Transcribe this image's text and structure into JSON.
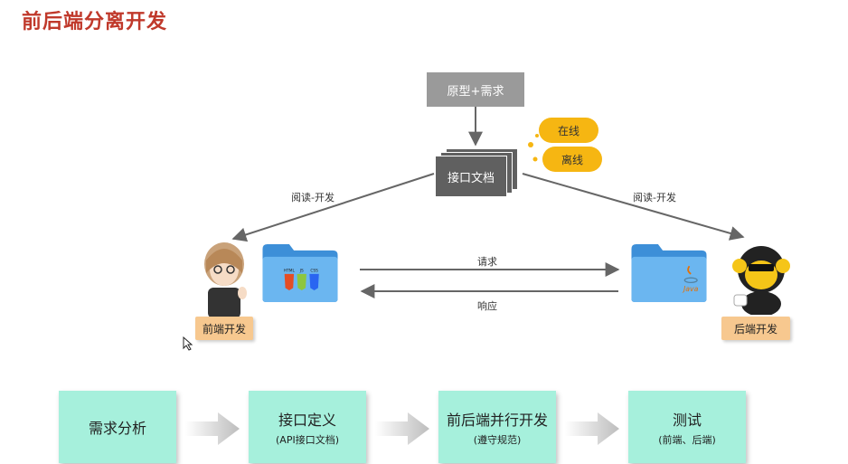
{
  "title": "前后端分离开发",
  "prototype_label": "原型+需求",
  "doc_label": "接口文档",
  "clouds": [
    "在线",
    "离线"
  ],
  "left_arrow_label": "阅读-开发",
  "right_arrow_label": "阅读-开发",
  "request_label": "请求",
  "response_label": "响应",
  "frontend_label": "前端开发",
  "backend_label": "后端开发",
  "tech_icons": [
    "HTML",
    "JS",
    "CSS"
  ],
  "java_label": "Java",
  "steps": [
    {
      "title": "需求分析",
      "sub": ""
    },
    {
      "title": "接口定义",
      "sub": "(API接口文档)"
    },
    {
      "title": "前后端并行开发",
      "sub": "(遵守规范)"
    },
    {
      "title": "测试",
      "sub": "(前端、后端)"
    }
  ]
}
